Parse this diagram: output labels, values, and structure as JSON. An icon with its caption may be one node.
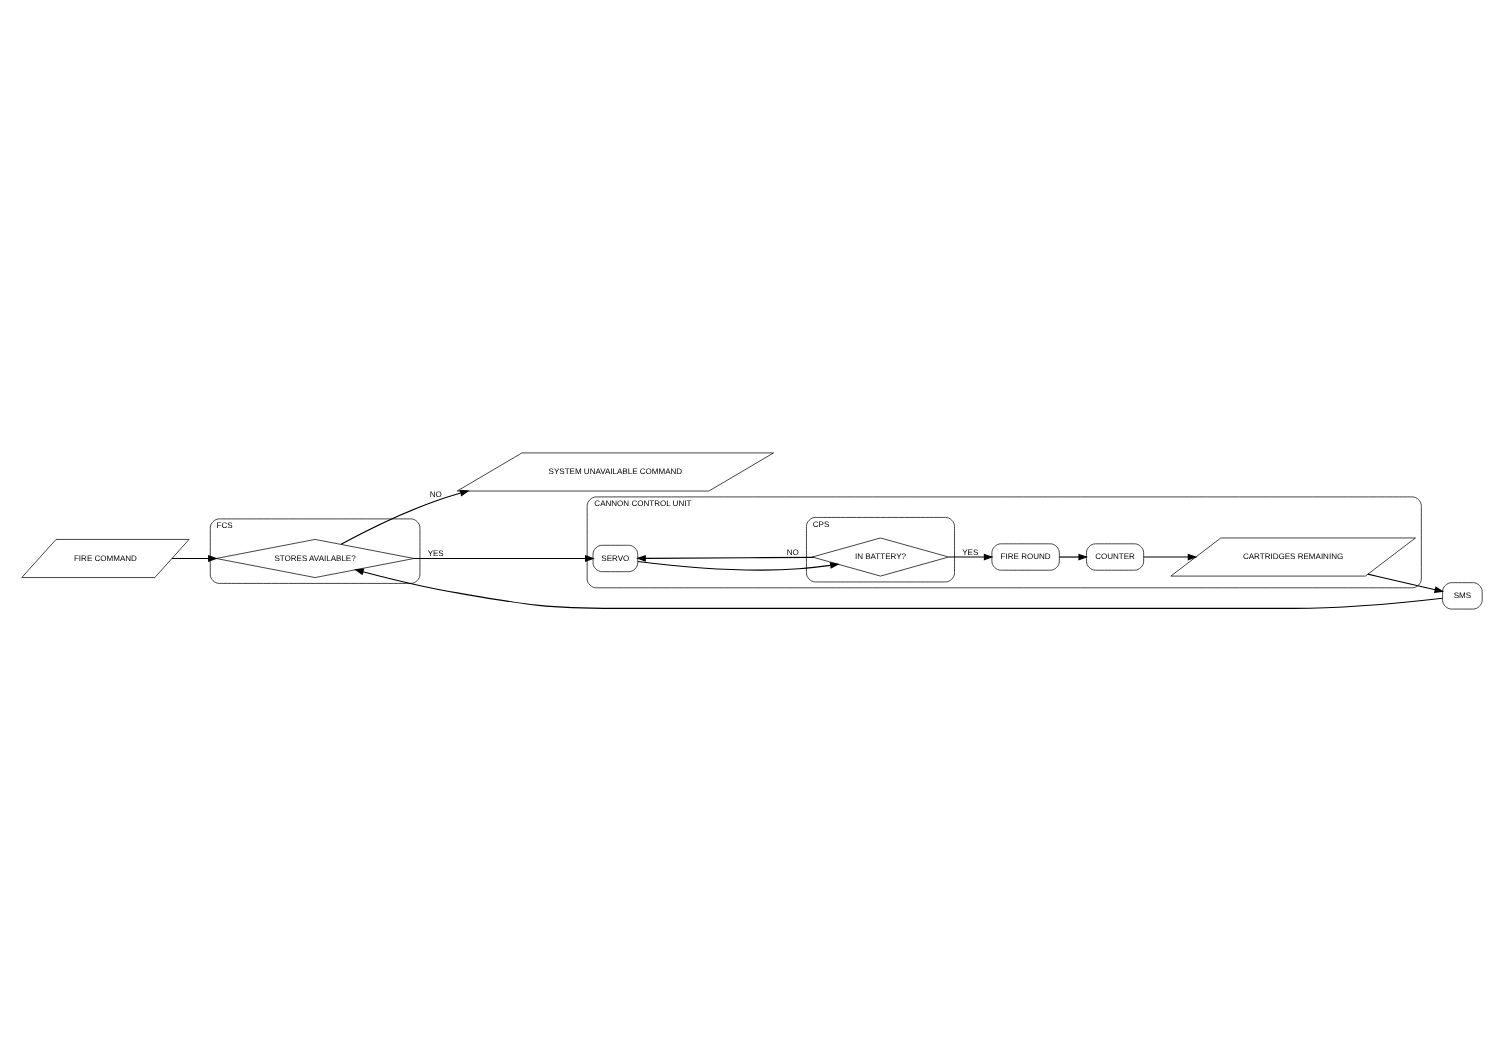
{
  "diagram": {
    "nodes": [
      {
        "text": [
          "FCS"
        ]
      },
      {
        "text": [
          "STORES AVAILABLE?"
        ],
        "in": 0
      },
      {
        "text": [
          "FIRE COMMAND"
        ]
      },
      {
        "text": [
          "SYSTEM UNAVAILABLE COMMAND"
        ]
      },
      {
        "text": [
          "SMS"
        ]
      },
      {
        "text": [
          "CANNON CONTROL UNIT"
        ]
      },
      {
        "text": [
          "CARTRIDGES REMAINING"
        ],
        "in": 5
      },
      {
        "text": [
          "SERVO"
        ],
        "in": 5
      },
      {
        "text": [
          "CPS"
        ],
        "in": 5
      },
      {
        "text": [
          "IN BATTERY?"
        ],
        "in": 8
      },
      {
        "text": [
          "FIRE ROUND"
        ],
        "in": 5
      },
      {
        "text": [
          "COUNTER"
        ],
        "in": 5
      }
    ],
    "edges": [
      {
        "from": 2,
        "to": 1,
        "arrow": "to"
      },
      {
        "from": 1,
        "to": 3,
        "arrow": "to",
        "label": "NO"
      },
      {
        "from": 1,
        "to": 7,
        "arrow": "to",
        "label": "YES"
      },
      {
        "from": 7,
        "to": 9,
        "arrow": "to"
      },
      {
        "from": 9,
        "to": 10,
        "arrow": "to",
        "label": "YES"
      },
      {
        "from": 9,
        "to": 7,
        "arrow": "to",
        "label": "NO"
      },
      {
        "from": 10,
        "to": 11,
        "arrow": "to"
      },
      {
        "from": 11,
        "to": 6,
        "arrow": "to"
      },
      {
        "from": 6,
        "to": 4,
        "arrow": "to"
      },
      {
        "from": 4,
        "to": 1,
        "arrow": "to"
      }
    ]
  }
}
